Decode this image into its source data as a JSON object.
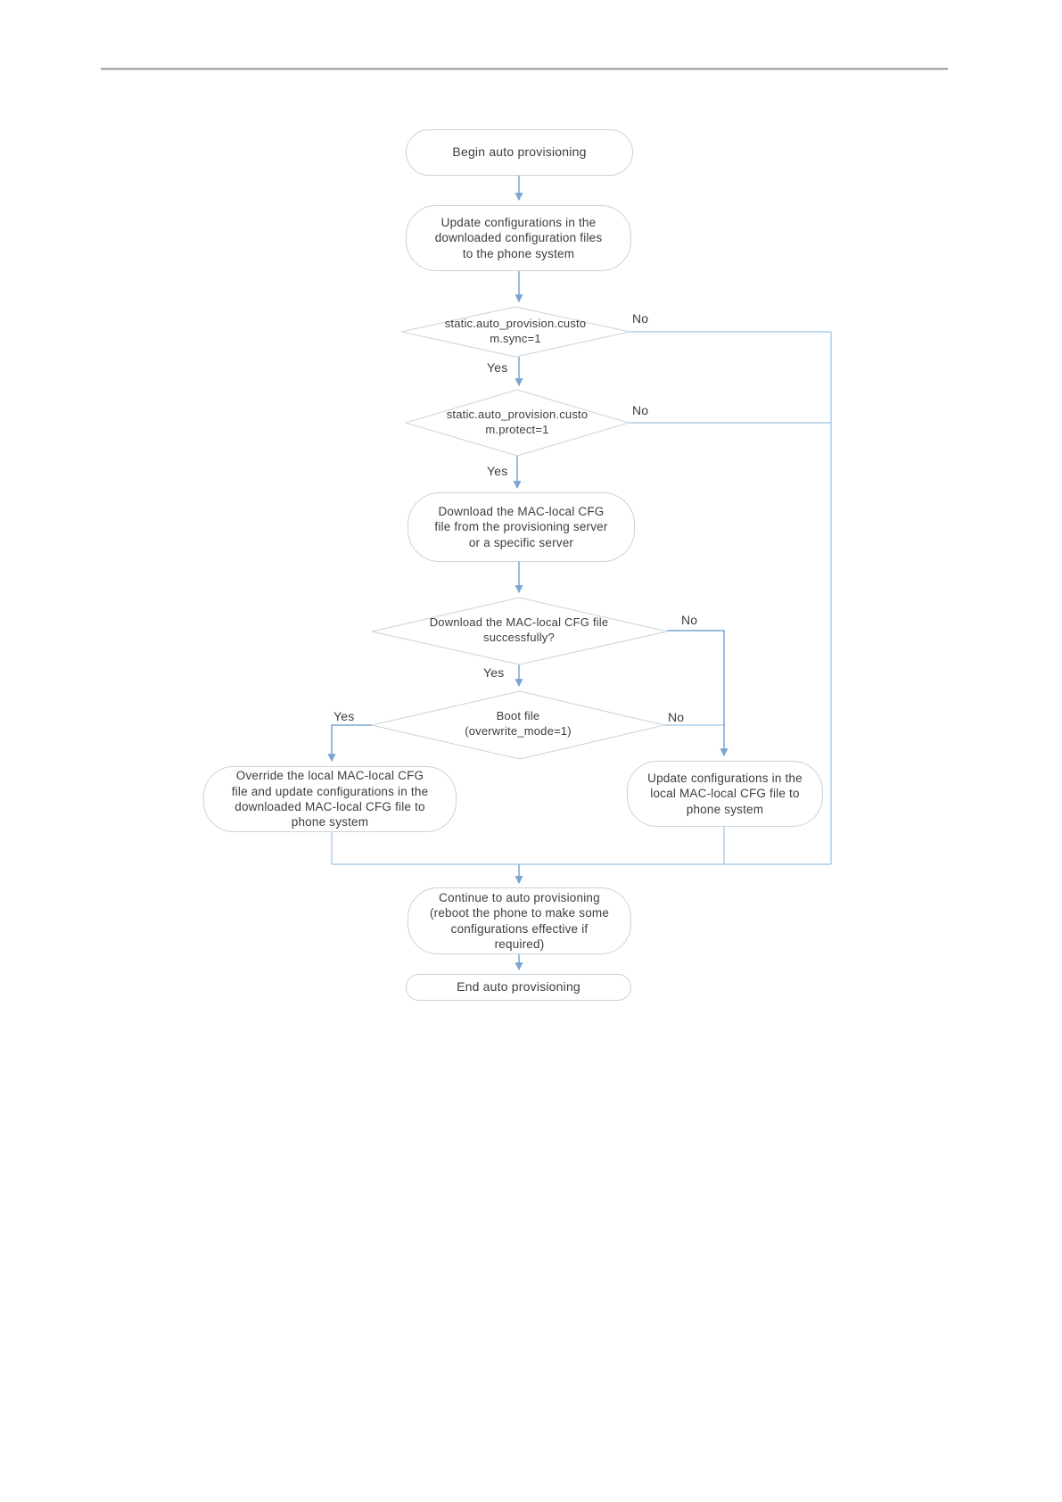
{
  "flowchart": {
    "nodes": {
      "start": {
        "text": "Begin auto provisioning"
      },
      "update_downloaded": {
        "text": "Update configurations in the\ndownloaded configuration files\nto the phone system"
      },
      "sync_decision": {
        "text": "static.auto_provision.custo\nm.sync=1"
      },
      "protect_decision": {
        "text": "static.auto_provision.custo\nm.protect=1"
      },
      "download": {
        "text": "Download the MAC-local CFG\nfile from the provisioning server\nor a specific server"
      },
      "download_success_decision": {
        "text": "Download the MAC-local CFG file\nsuccessfully?"
      },
      "boot_file_decision": {
        "text": "Boot file\n(overwrite_mode=1)"
      },
      "override": {
        "text": "Override the local MAC-local CFG\nfile and update configurations in the\ndownloaded MAC-local CFG file to\nphone system"
      },
      "update_local": {
        "text": "Update configurations in the\nlocal MAC-local CFG file to\nphone system"
      },
      "continue": {
        "text": "Continue to auto provisioning\n(reboot the phone to make some\nconfigurations effective if\nrequired)"
      },
      "end": {
        "text": "End auto provisioning"
      }
    },
    "labels": {
      "sync_yes": "Yes",
      "sync_no": "No",
      "protect_yes": "Yes",
      "protect_no": "No",
      "download_yes": "Yes",
      "download_no": "No",
      "boot_yes": "Yes",
      "boot_no": "No"
    },
    "colors": {
      "arrow": "#7ba4d4",
      "line": "#9fc3e3",
      "border": "#ccd3d9",
      "text": "#3d3d3d",
      "rule": "#a6a6a6"
    }
  }
}
